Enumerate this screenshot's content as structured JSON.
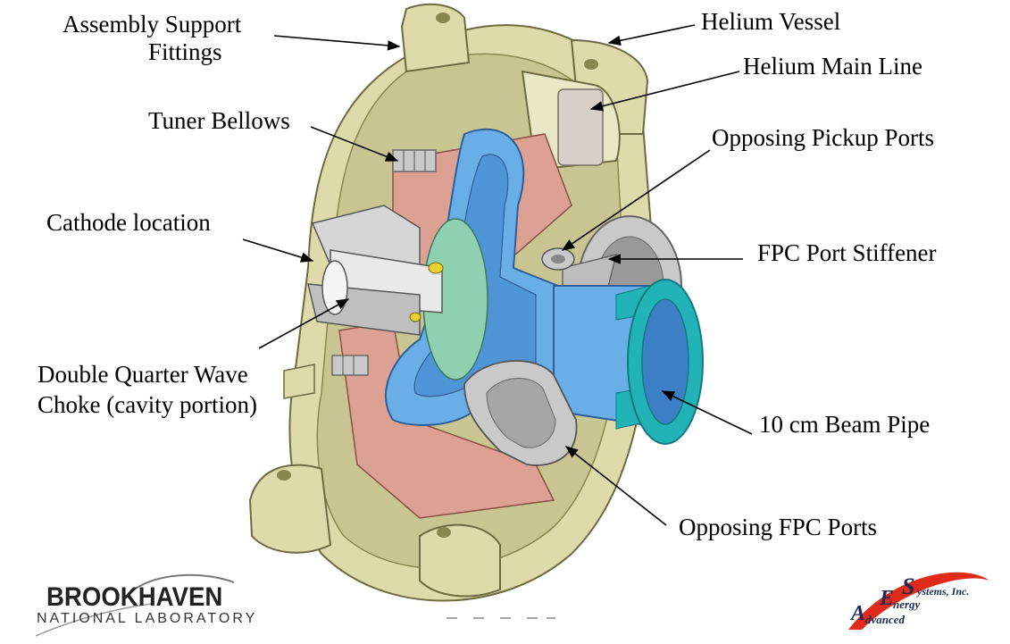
{
  "labels": {
    "assembly_support_1": "Assembly Support",
    "assembly_support_2": "Fittings",
    "helium_vessel": "Helium Vessel",
    "helium_main_line": "Helium Main Line",
    "tuner_bellows": "Tuner Bellows",
    "pickup_ports": "Opposing Pickup Ports",
    "cathode_location": "Cathode location",
    "fpc_stiffener": "FPC Port Stiffener",
    "dqw_choke_1": "Double Quarter Wave",
    "dqw_choke_2": "Choke (cavity portion)",
    "beam_pipe": "10 cm Beam Pipe",
    "fpc_ports": "Opposing FPC Ports"
  },
  "logos": {
    "bnl_name": "BROOKHAVEN",
    "bnl_sub": "NATIONAL LABORATORY",
    "aes_s": "S",
    "aes_systems": "ystems, Inc.",
    "aes_e": "E",
    "aes_nergy": "nergy",
    "aes_a": "A",
    "aes_dvanced": "dvanced"
  },
  "colors": {
    "vessel": "#dedbab",
    "vessel_dark": "#bdb982",
    "cavity_blue": "#69aee6",
    "cavity_blue_dark": "#3d7fc4",
    "copper": "#dca192",
    "copper_dark": "#b8786a",
    "cathode_green": "#8fd0b0",
    "flange_teal": "#21b3b8",
    "steel": "#c9c9c9",
    "steel_dark": "#8e8e8e",
    "aes_red": "#e02a1a"
  }
}
